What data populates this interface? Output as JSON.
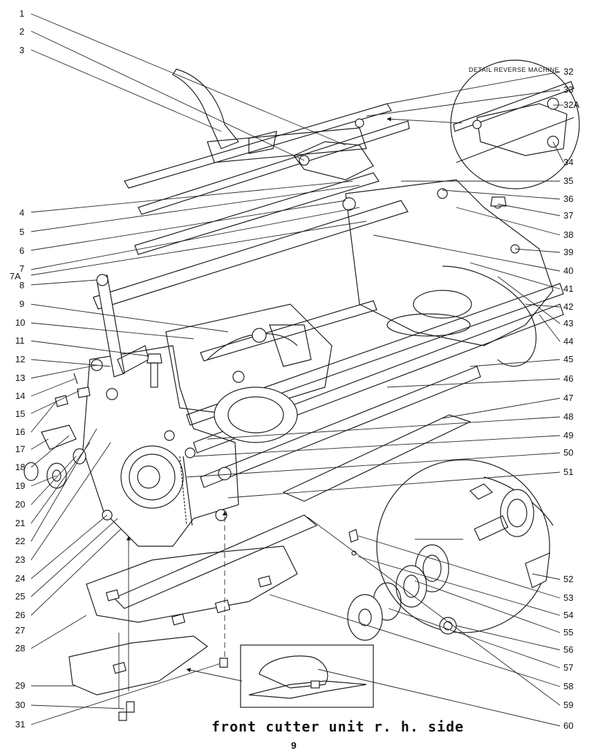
{
  "diagram": {
    "title": "front cutter unit r. h. side",
    "page_number": "9",
    "detail_label": "DETAIL REVERSE MACHINE",
    "callouts_left": [
      "1",
      "2",
      "3",
      "4",
      "5",
      "6",
      "7",
      "7A",
      "8",
      "9",
      "10",
      "11",
      "12",
      "13",
      "14",
      "15",
      "16",
      "17",
      "18",
      "19",
      "20",
      "21",
      "22",
      "23",
      "24",
      "25",
      "26",
      "27",
      "28",
      "29",
      "30",
      "31"
    ],
    "callouts_right": [
      "32",
      "33",
      "32A",
      "34",
      "35",
      "36",
      "37",
      "38",
      "39",
      "40",
      "41",
      "42",
      "43",
      "44",
      "45",
      "46",
      "47",
      "48",
      "49",
      "50",
      "51",
      "52",
      "53",
      "54",
      "55",
      "56",
      "57",
      "58",
      "59",
      "60"
    ]
  }
}
